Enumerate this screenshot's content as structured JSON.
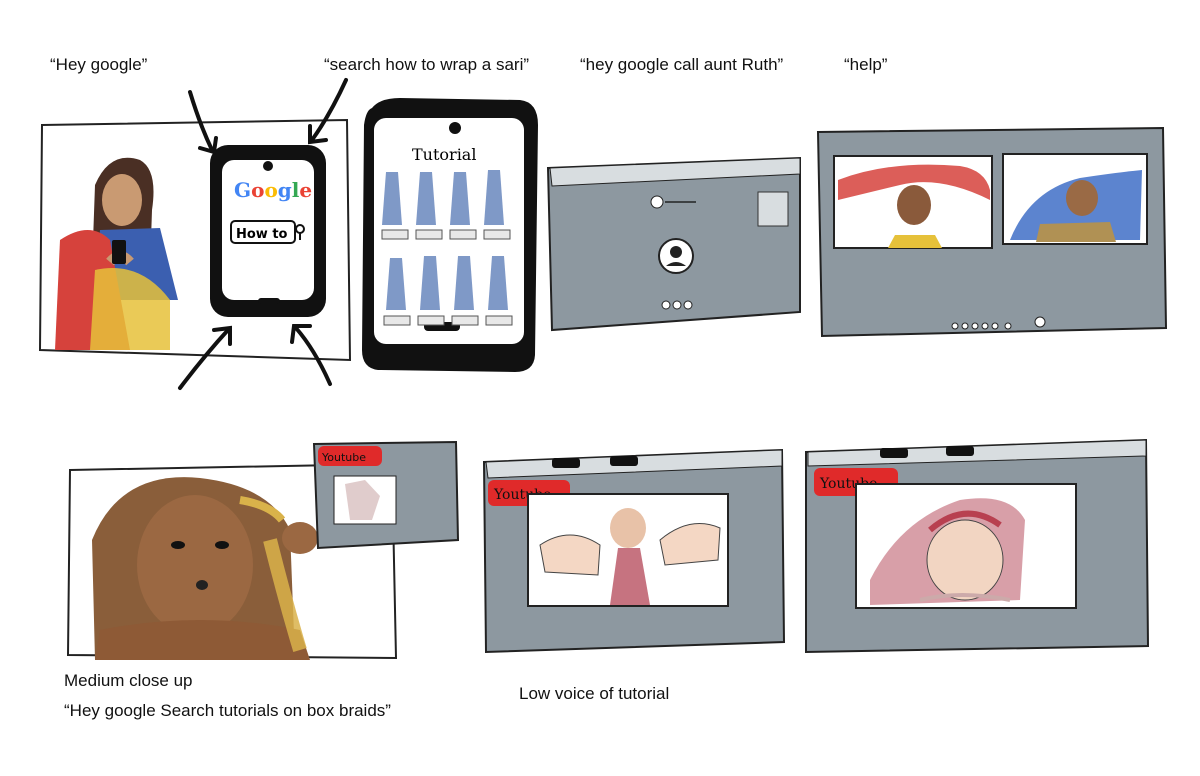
{
  "captions": {
    "hey_google": "“Hey google”",
    "search_sari": "“search how to wrap a sari”",
    "call_ruth": "“hey google call aunt Ruth”",
    "help": "“help”",
    "medium_close_up": "Medium close up",
    "search_box_braids": "“Hey google Search tutorials on box braids”",
    "low_voice": "Low voice of tutorial"
  },
  "sketch_text": {
    "google_logo": "Google",
    "how_to": "How to",
    "tutorial": "Tutorial",
    "youtube_1": "Youtube",
    "youtube_2": "Youtube",
    "youtube_3": "Youtube"
  },
  "colors": {
    "screen_gray": "#8d98a0",
    "sari_red": "#d6423c",
    "sari_yellow": "#e6c13a",
    "cloth_blue": "#3f6fc7",
    "youtube_red": "#e02a2a"
  }
}
